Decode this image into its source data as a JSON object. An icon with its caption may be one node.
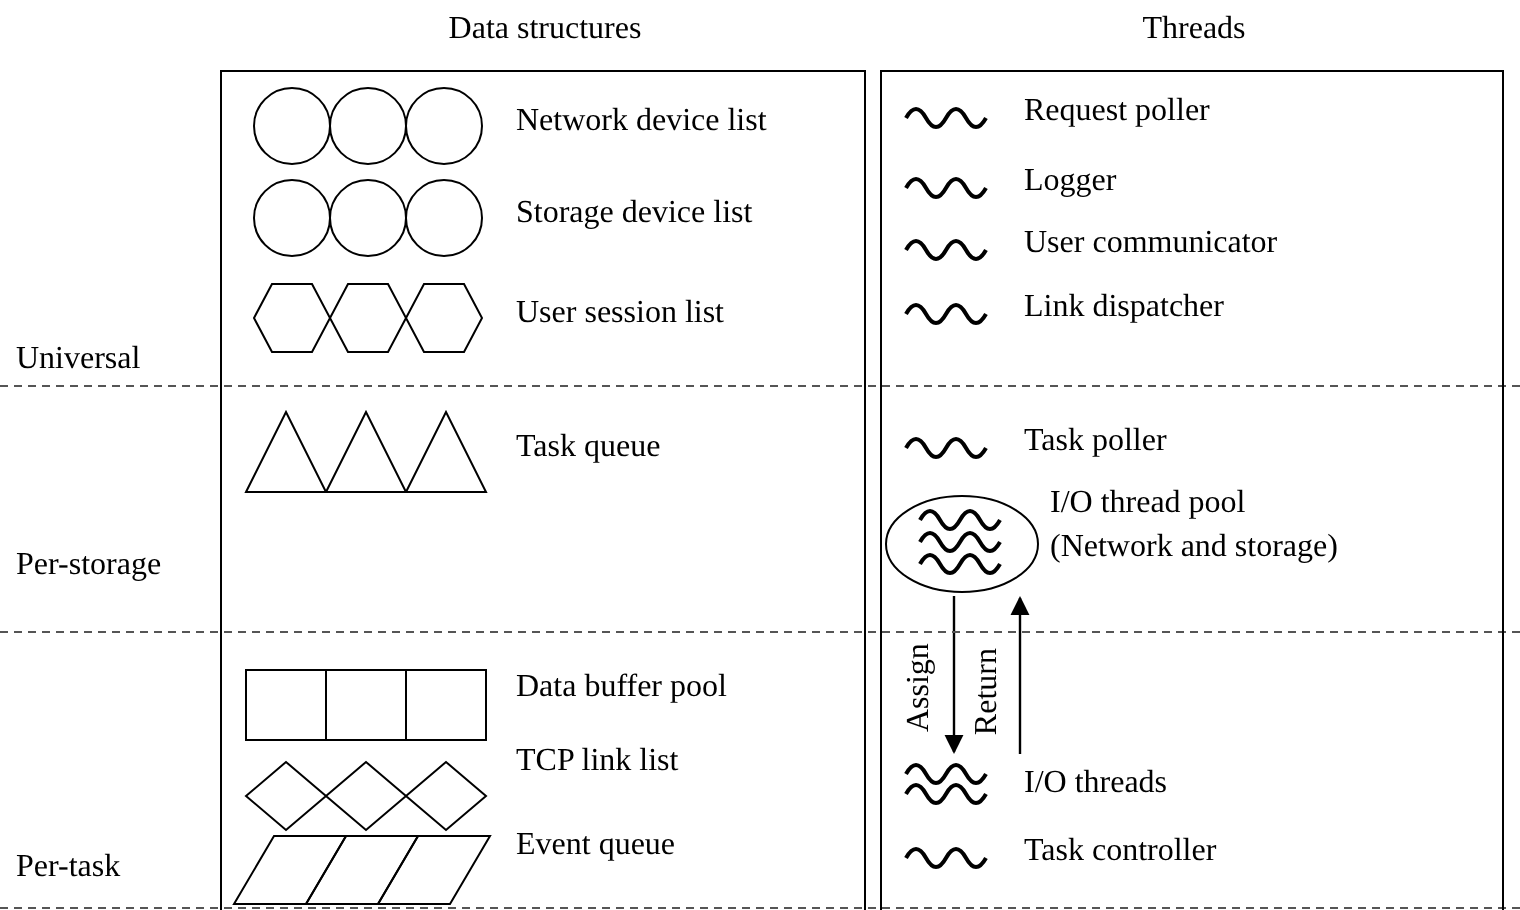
{
  "diagram": {
    "nodes": [
      {
        "text": [
          "Data structures"
        ]
      },
      {
        "text": [
          "Threads"
        ]
      },
      {
        "text": [],
        "shape": "circle",
        "in": 1,
        "beside": [
          "I/O thread pool (Network and storage)"
        ]
      },
      {
        "text": [],
        "shape": "picture",
        "in": 1,
        "beside": [
          "I/O threads"
        ]
      }
    ],
    "edges": [
      {
        "from": 2,
        "to": 3,
        "arrow": "to",
        "label": "Assign"
      },
      {
        "from": 3,
        "to": 2,
        "arrow": "to",
        "label": "Return"
      }
    ],
    "labels": [
      "Network device list",
      "Storage device list",
      "User session list",
      "Task queue",
      "Data buffer pool",
      "TCP link list",
      "Event queue",
      "Request poller",
      "Logger",
      "User communicator",
      "Link dispatcher",
      "Task poller",
      "Task controller",
      "Universal",
      "Per-storage",
      "Per-task"
    ]
  }
}
